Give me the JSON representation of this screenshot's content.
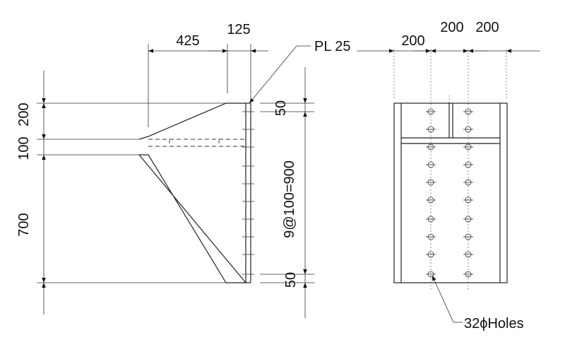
{
  "labels": {
    "dim_425": "425",
    "dim_125": "125",
    "plate": "PL 25",
    "dim_200_a": "200",
    "dim_200_b": "200",
    "dim_200_c": "200",
    "dim_left_200": "200",
    "dim_left_100": "100",
    "dim_left_700": "700",
    "dim_top_50": "50",
    "dim_pitch": "9@100=900",
    "dim_bottom_50": "50",
    "holes": "32ϕHoles"
  },
  "colors": {
    "line": "#222222",
    "background": "#ffffff"
  }
}
